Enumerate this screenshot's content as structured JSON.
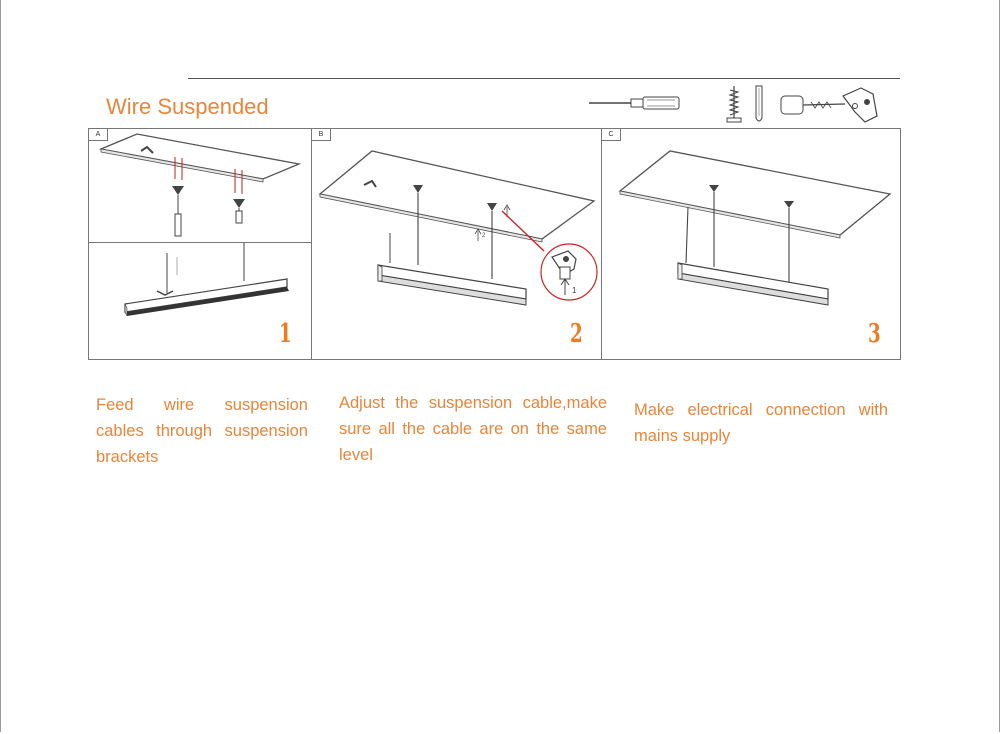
{
  "title": "Wire Suspended",
  "tools": [
    "screwdriver-icon",
    "screw-icon",
    "wall-plug-icon",
    "suspension-bracket-icon"
  ],
  "panels": [
    {
      "tag": "A",
      "step": "1"
    },
    {
      "tag": "B",
      "step": "2",
      "arrow_labels": [
        "1",
        "2"
      ]
    },
    {
      "tag": "C",
      "step": "3"
    }
  ],
  "captions": [
    "Feed wire suspension cables through suspension brackets",
    "Adjust the suspension cable,make sure all the cable are on the same level",
    "Make electrical connection with mains supply"
  ],
  "colors": {
    "accent": "#e8853a",
    "step_number": "#f07a22",
    "line": "#555555",
    "highlight": "#cc2222"
  }
}
